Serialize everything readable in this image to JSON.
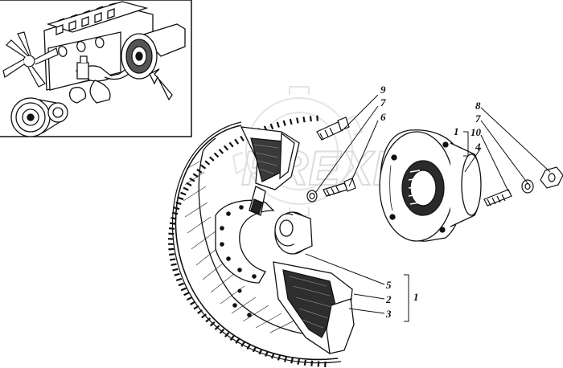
{
  "diagram": {
    "watermark_text": "PREXI",
    "part_labels": {
      "p9": "9",
      "p7_left": "7",
      "p6": "6",
      "p8": "8",
      "p7_right": "7",
      "group1_top": "1",
      "p10": "10",
      "p4": "4",
      "p5": "5",
      "p2": "2",
      "p3": "3",
      "group1_bottom": "1"
    }
  }
}
